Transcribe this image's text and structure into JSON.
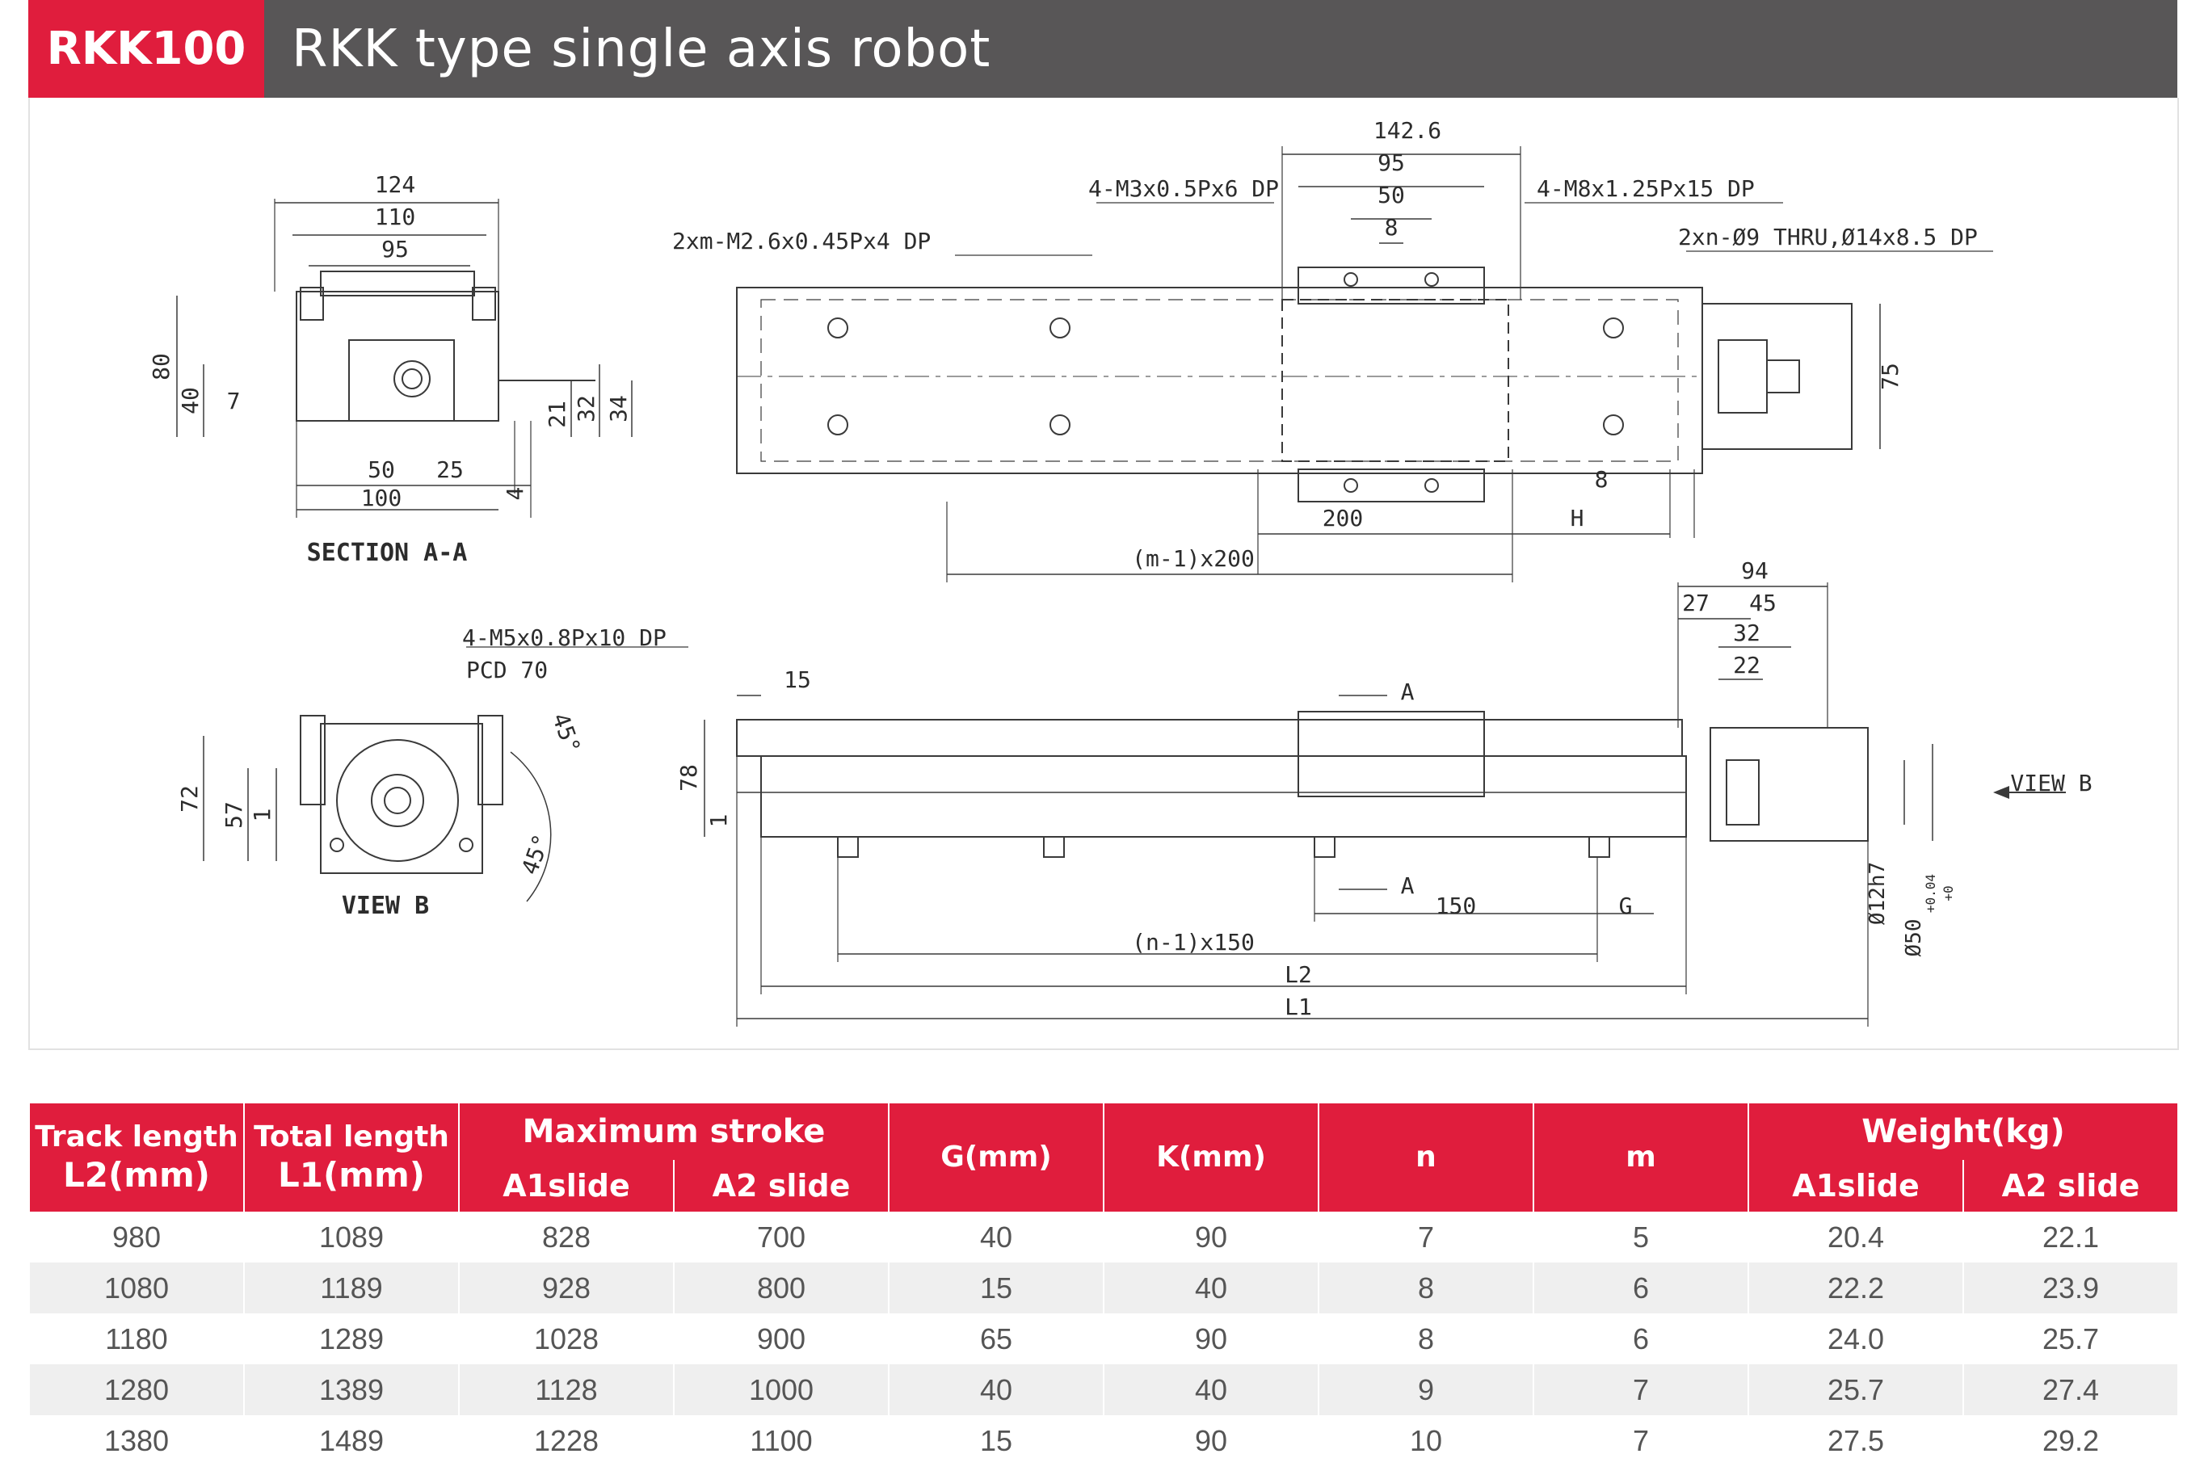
{
  "header": {
    "model": "RKK100",
    "title": "RKK type single axis robot"
  },
  "drawing": {
    "labels": {
      "section_aa": "SECTION A-A",
      "view_b_title": "VIEW B",
      "view_b_arrow": "VIEW B",
      "dim_124": "124",
      "dim_110": "110",
      "dim_95_sec": "95",
      "dim_80": "80",
      "dim_40": "40",
      "dim_7": "7",
      "dim_21": "21",
      "dim_32_sec": "32",
      "dim_34": "34",
      "dim_50_sec": "50",
      "dim_25": "25",
      "dim_100": "100",
      "dim_4": "4",
      "dim_142_6": "142.6",
      "dim_95_top": "95",
      "dim_50_top": "50",
      "dim_8_top": "8",
      "note_m3": "4-M3x0.5Px6 DP",
      "note_m8": "4-M8x1.25Px15 DP",
      "note_m26": "2xm-M2.6x0.45Px4 DP",
      "note_thru": "2xn-Ø9 THRU,Ø14x8.5 DP",
      "dim_75": "75",
      "dim_8_right": "8",
      "dim_200": "200",
      "dim_h": "H",
      "dim_m1x200": "(m-1)x200",
      "note_m5": "4-M5x0.8Px10 DP",
      "note_pcd": "PCD 70",
      "dim_45_a": "45°",
      "dim_45_b": "45°",
      "dim_72": "72",
      "dim_57": "57",
      "dim_1_vb": "1",
      "dim_15": "15",
      "dim_78": "78",
      "dim_1_side": "1",
      "dim_a_top": "A",
      "dim_a_bottom": "A",
      "dim_94": "94",
      "dim_27": "27",
      "dim_45_side": "45",
      "dim_32_side": "32",
      "dim_22": "22",
      "dim_150": "150",
      "dim_g": "G",
      "dim_n1x150": "(n-1)x150",
      "dim_l2": "L2",
      "dim_l1": "L1",
      "dim_d12": "Ø12h7",
      "dim_d50": "Ø50",
      "tol_upper": "+0.04",
      "tol_lower": "+0"
    }
  },
  "table": {
    "headers": {
      "track_line1": "Track length",
      "track_line2": "L2(mm)",
      "total_line1": "Total length",
      "total_line2": "L1(mm)",
      "max_stroke": "Maximum stroke",
      "g": "G(mm)",
      "k": "K(mm)",
      "n": "n",
      "m": "m",
      "weight": "Weight(kg)",
      "a1": "A1slide",
      "a2": "A2 slide",
      "a1_w": "A1slide",
      "a2_w": "A2 slide"
    },
    "rows": [
      [
        "980",
        "1089",
        "828",
        "700",
        "40",
        "90",
        "7",
        "5",
        "20.4",
        "22.1"
      ],
      [
        "1080",
        "1189",
        "928",
        "800",
        "15",
        "40",
        "8",
        "6",
        "22.2",
        "23.9"
      ],
      [
        "1180",
        "1289",
        "1028",
        "900",
        "65",
        "90",
        "8",
        "6",
        "24.0",
        "25.7"
      ],
      [
        "1280",
        "1389",
        "1128",
        "1000",
        "40",
        "40",
        "9",
        "7",
        "25.7",
        "27.4"
      ],
      [
        "1380",
        "1489",
        "1228",
        "1100",
        "15",
        "90",
        "10",
        "7",
        "27.5",
        "29.2"
      ]
    ]
  },
  "colors": {
    "accent": "#e01d3d",
    "header_gray": "#585657",
    "row_stripe": "#efefef"
  }
}
